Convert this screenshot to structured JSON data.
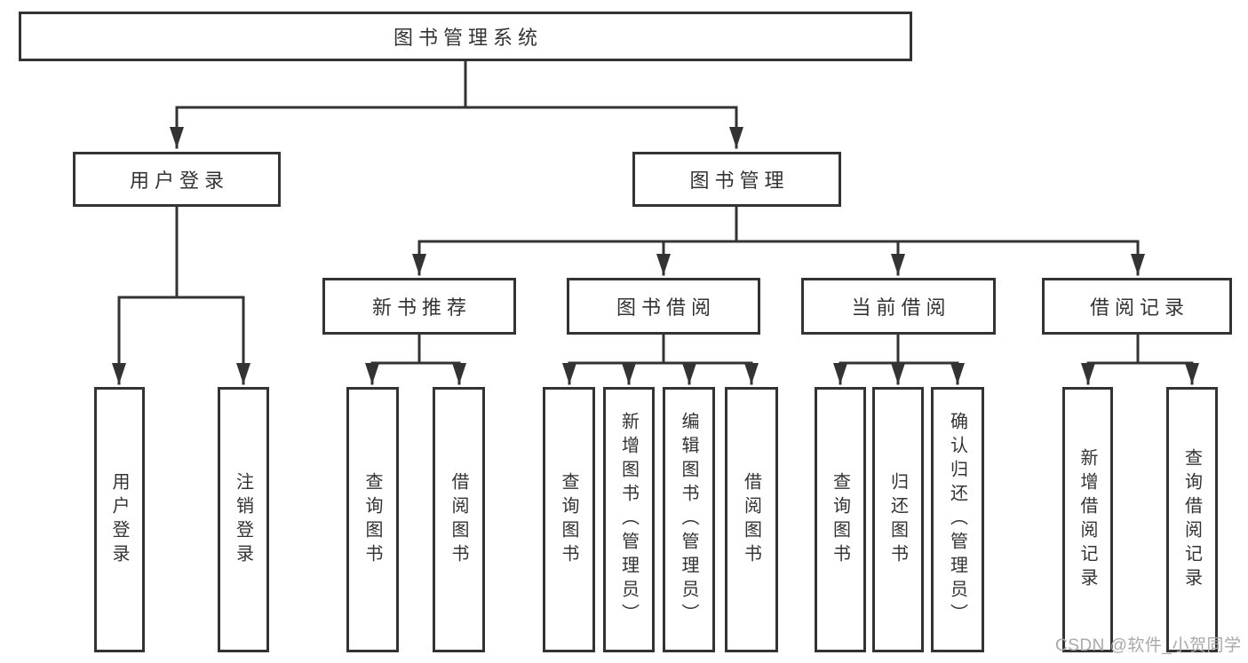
{
  "diagram": {
    "nodes": {
      "root": {
        "label": "图书管理系统"
      },
      "level1": [
        {
          "label": "用户登录"
        },
        {
          "label": "图书管理"
        }
      ],
      "level2": [
        {
          "label": "新书推荐",
          "parent": "图书管理"
        },
        {
          "label": "图书借阅",
          "parent": "图书管理"
        },
        {
          "label": "当前借阅",
          "parent": "图书管理"
        },
        {
          "label": "借阅记录",
          "parent": "图书管理"
        }
      ],
      "leaves": [
        {
          "label": "用户登录",
          "parent": "用户登录"
        },
        {
          "label": "注销登录",
          "parent": "用户登录"
        },
        {
          "label": "查询图书",
          "parent": "新书推荐"
        },
        {
          "label": "借阅图书",
          "parent": "新书推荐"
        },
        {
          "label": "查询图书",
          "parent": "图书借阅"
        },
        {
          "label": "新增图书（管理员）",
          "parent": "图书借阅"
        },
        {
          "label": "编辑图书（管理员）",
          "parent": "图书借阅"
        },
        {
          "label": "借阅图书",
          "parent": "图书借阅"
        },
        {
          "label": "查询图书",
          "parent": "当前借阅"
        },
        {
          "label": "归还图书",
          "parent": "当前借阅"
        },
        {
          "label": "确认归还（管理员）",
          "parent": "当前借阅"
        },
        {
          "label": "新增借阅记录",
          "parent": "借阅记录"
        },
        {
          "label": "查询借阅记录",
          "parent": "借阅记录"
        }
      ]
    }
  },
  "watermark": {
    "text": "CSDN @软件_小贺同学",
    "color": "#a9a9a9"
  },
  "colors": {
    "line": "#333333",
    "box_border": "#333333",
    "box_fill": "#ffffff",
    "text": "#333333",
    "background": "#ffffff"
  }
}
